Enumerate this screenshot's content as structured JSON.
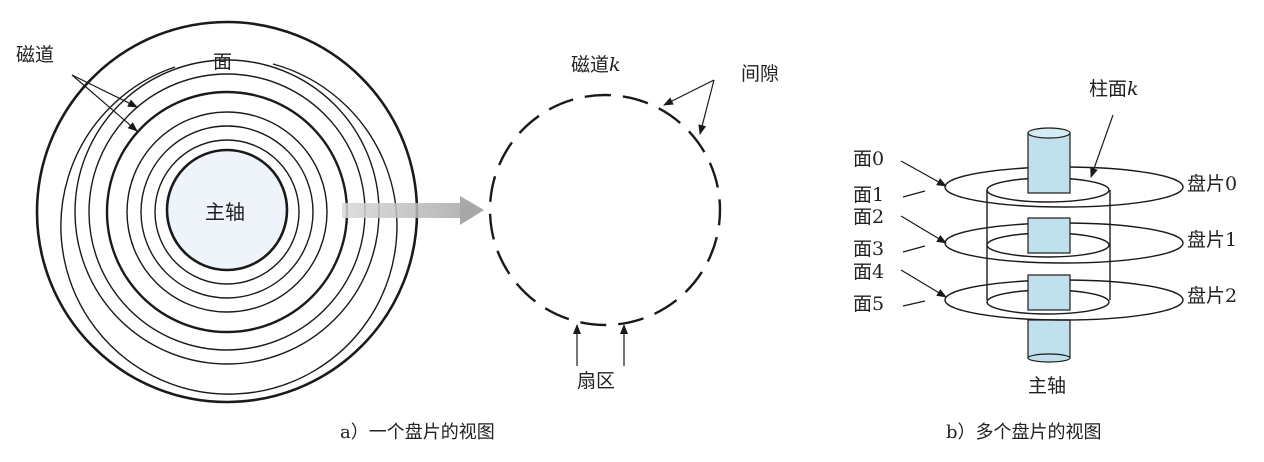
{
  "panel_a": {
    "caption": "a）一个盘片的视图",
    "labels": {
      "track": "磁道",
      "surface": "面",
      "spindle": "主轴",
      "track_k_prefix": "磁道",
      "track_k_var": "k",
      "gap": "间隙",
      "sector": "扇区"
    }
  },
  "panel_b": {
    "caption": "b）多个盘片的视图",
    "labels": {
      "cylinder_prefix": "柱面",
      "cylinder_var": "k",
      "spindle": "主轴",
      "surfaces": [
        "面0",
        "面1",
        "面2",
        "面3",
        "面4",
        "面5"
      ],
      "platters": [
        "盘片0",
        "盘片1",
        "盘片2"
      ]
    }
  },
  "colors": {
    "line": "#1a1a1a",
    "spindle_fill": "#bfe0ec",
    "spindle_center_fill": "#eef4fa",
    "arrow_gray": "#b8b8b8"
  }
}
